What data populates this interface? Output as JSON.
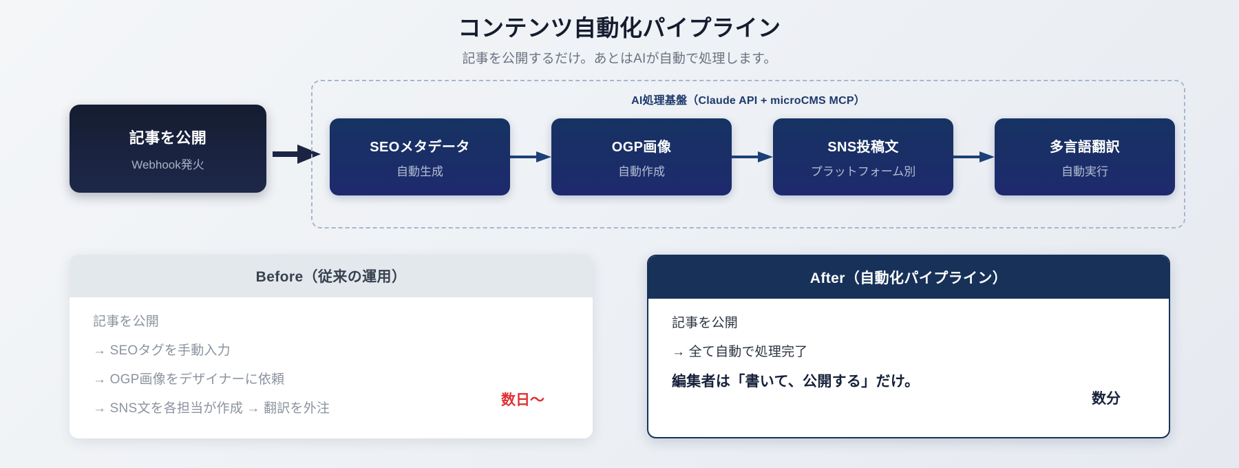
{
  "header": {
    "title": "コンテンツ自動化パイプライン",
    "subtitle": "記事を公開するだけ。あとはAIが自動で処理します。"
  },
  "pipeline": {
    "start": {
      "title": "記事を公開",
      "subtitle": "Webhook発火"
    },
    "group_label": "AI処理基盤（Claude API + microCMS MCP）",
    "steps": [
      {
        "title": "SEOメタデータ",
        "subtitle": "自動生成"
      },
      {
        "title": "OGP画像",
        "subtitle": "自動作成"
      },
      {
        "title": "SNS投稿文",
        "subtitle": "プラットフォーム別"
      },
      {
        "title": "多言語翻訳",
        "subtitle": "自動実行"
      }
    ]
  },
  "comparison": {
    "before": {
      "heading": "Before（従来の運用）",
      "lines": [
        "記事を公開",
        "→ SEOタグを手動入力",
        "→ OGP画像をデザイナーに依頼",
        "→ SNS文を各担当が作成 → 翻訳を外注"
      ],
      "badge": "数日〜"
    },
    "after": {
      "heading": "After（自動化パイプライン）",
      "lines": [
        "記事を公開",
        "→ 全て自動で処理完了"
      ],
      "highlight": "編集者は「書いて、公開する」だけ。",
      "badge": "数分"
    }
  },
  "colors": {
    "accent_navy": "#173159",
    "danger_red": "#e03232",
    "muted_gray": "#8b939f",
    "dashed_border": "#a8b6cb"
  }
}
